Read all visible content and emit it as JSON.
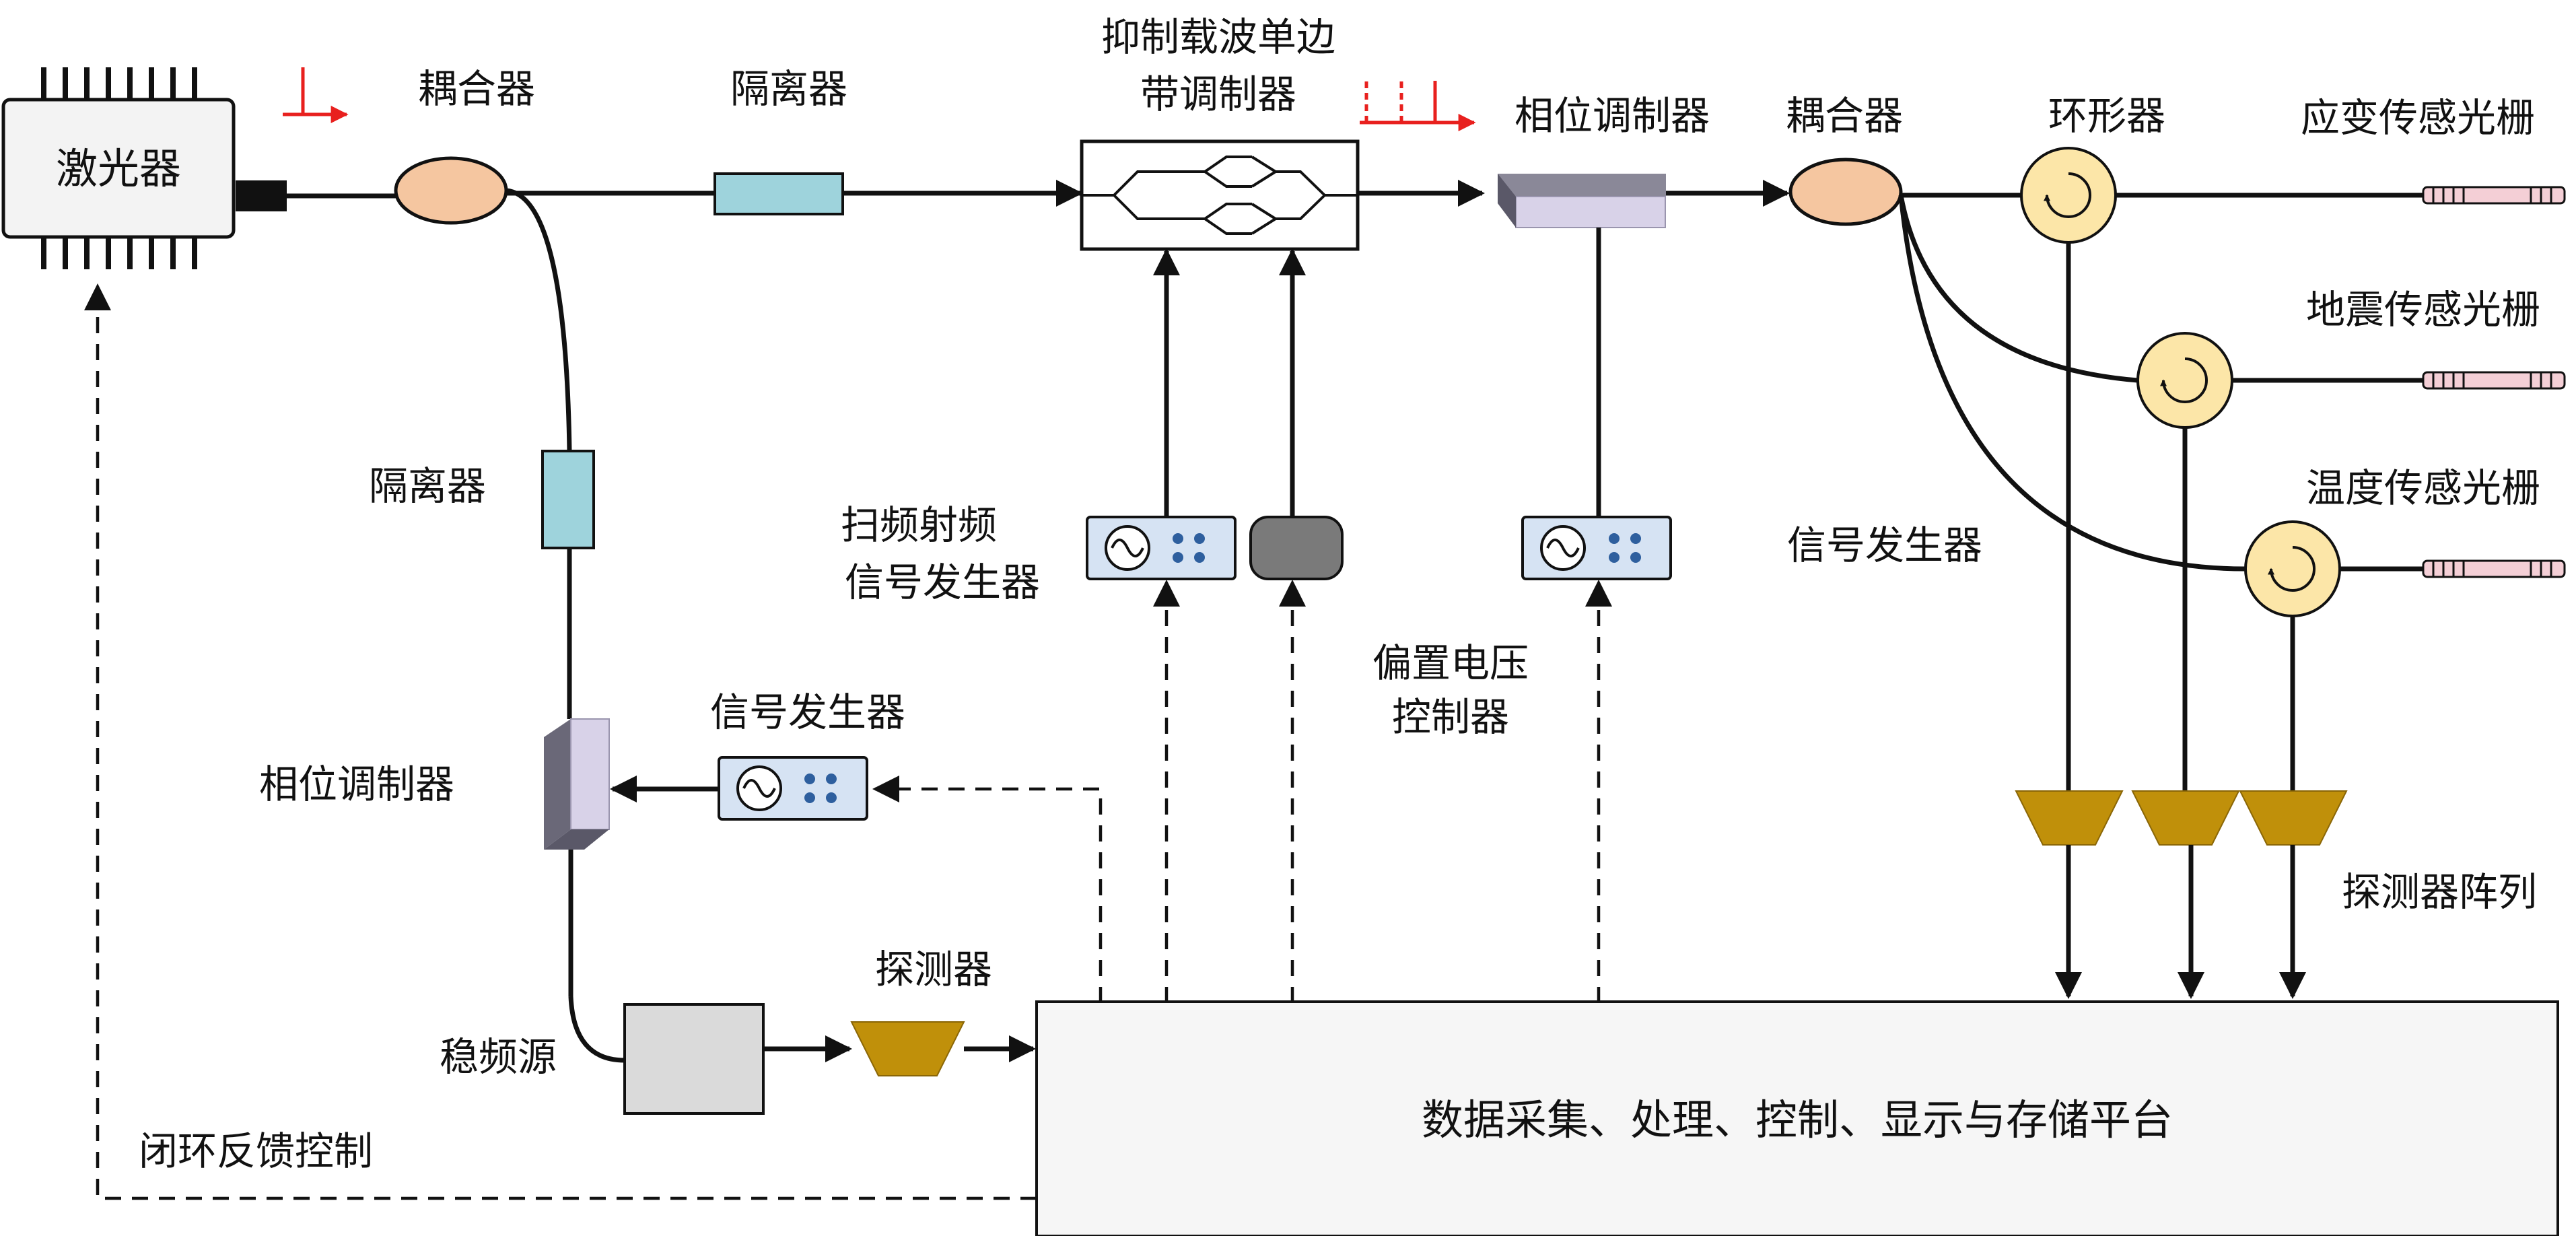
{
  "labels": {
    "laser": "激光器",
    "coupler_1": "耦合器",
    "isolator_1": "隔离器",
    "cs_ssb_line1": "抑制载波单边",
    "cs_ssb_line2": "带调制器",
    "phase_mod_top": "相位调制器",
    "coupler_2": "耦合器",
    "circulator": "环形器",
    "strain_fbg": "应变传感光栅",
    "seismic_fbg": "地震传感光栅",
    "temp_fbg": "温度传感光栅",
    "isolator_2": "隔离器",
    "sweep_gen_line1": "扫频射频",
    "sweep_gen_line2": "信号发生器",
    "signal_gen_right": "信号发生器",
    "bias_ctrl_line1": "偏置电压",
    "bias_ctrl_line2": "控制器",
    "signal_gen_left": "信号发生器",
    "phase_mod_left": "相位调制器",
    "detector": "探测器",
    "detector_array": "探测器阵列",
    "freq_stable_source": "稳频源",
    "feedback": "闭环反馈控制",
    "platform": "数据采集、处理、控制、显示与存储平台"
  },
  "colors": {
    "coupler_fill": "#F5C6A0",
    "isolator_fill": "#9ED3DC",
    "circulator_fill": "#FCE6A8",
    "detector_fill": "#C0900A",
    "signal_gen_fill": "#D6E3F3",
    "signal_gen_dots": "#2E5F9E",
    "bias_ctrl_fill": "#7A7A7A",
    "phase_mod_fill": "#D8D2E8",
    "phase_mod_shadow": "#6A6878",
    "laser_fill": "#F3F3F3",
    "stable_source_fill": "#DADADA",
    "spectrum_red": "#E8201E",
    "fbg_fill": "#F4CFD6",
    "platform_fill": "#F6F6F6"
  }
}
